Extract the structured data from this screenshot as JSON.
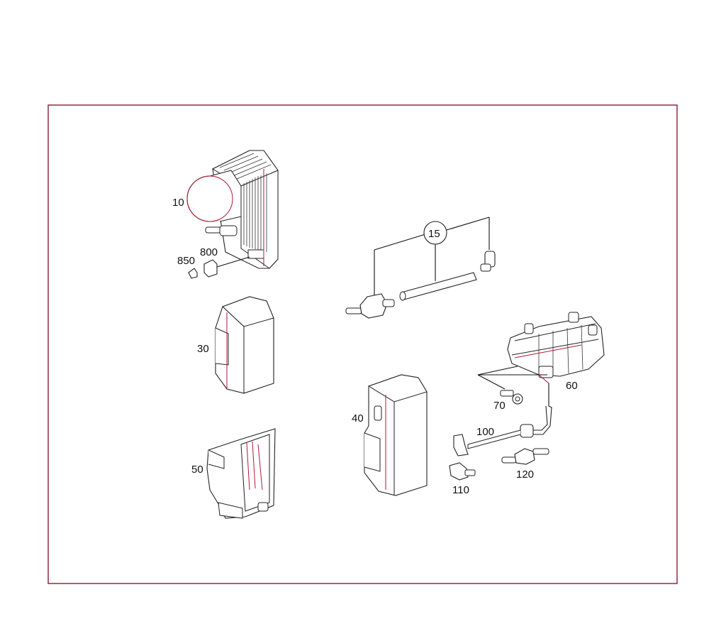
{
  "diagram": {
    "frame_color": "#8b1a36",
    "part_outline_color": "#b01837",
    "parts": [
      {
        "id": "10",
        "label": "10",
        "icon": "pump-module-icon"
      },
      {
        "id": "15",
        "label": "15",
        "icon": "filter-tube-connector-icon"
      },
      {
        "id": "30",
        "label": "30",
        "icon": "cover-block-icon"
      },
      {
        "id": "40",
        "label": "40",
        "icon": "cover-block-large-icon"
      },
      {
        "id": "50",
        "label": "50",
        "icon": "bracket-icon"
      },
      {
        "id": "60",
        "label": "60",
        "icon": "reservoir-tank-icon"
      },
      {
        "id": "70",
        "label": "70",
        "icon": "bolt-washer-icon"
      },
      {
        "id": "100",
        "label": "100",
        "icon": "hose-line-icon"
      },
      {
        "id": "110",
        "label": "110",
        "icon": "elbow-connector-icon"
      },
      {
        "id": "120",
        "label": "120",
        "icon": "check-valve-icon"
      },
      {
        "id": "800",
        "label": "800",
        "icon": "plug-connector-icon"
      },
      {
        "id": "850",
        "label": "850",
        "icon": "plug-pin-icon"
      }
    ]
  }
}
